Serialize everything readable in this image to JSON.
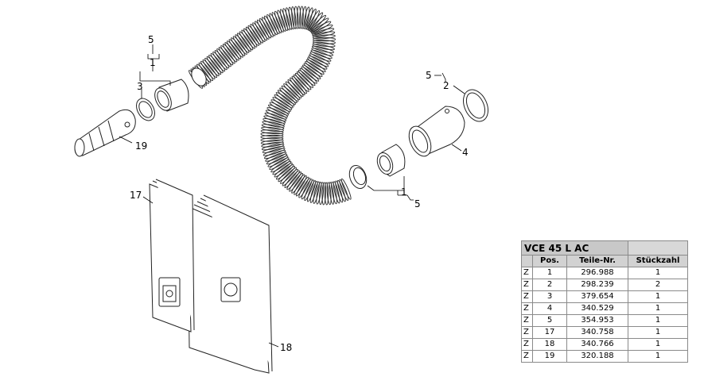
{
  "callouts": {
    "c5_left": "5",
    "c1_left": "1",
    "c3": "3",
    "c19": "19",
    "c5_right": "5",
    "c2": "2",
    "c4": "4",
    "c1_mid": "1",
    "c5_mid": "5",
    "c17": "17",
    "c18": "18"
  },
  "table": {
    "title": "VCE 45 L AC",
    "headers": [
      "Pos.",
      "Teile-Nr.",
      "Stückzahl"
    ],
    "rows": [
      {
        "z": "Z",
        "pos": "1",
        "nr": "296.988",
        "qty": "1"
      },
      {
        "z": "Z",
        "pos": "2",
        "nr": "298.239",
        "qty": "2"
      },
      {
        "z": "Z",
        "pos": "3",
        "nr": "379.654",
        "qty": "1"
      },
      {
        "z": "Z",
        "pos": "4",
        "nr": "340.529",
        "qty": "1"
      },
      {
        "z": "Z",
        "pos": "5",
        "nr": "354.953",
        "qty": "1"
      },
      {
        "z": "Z",
        "pos": "17",
        "nr": "340.758",
        "qty": "1"
      },
      {
        "z": "Z",
        "pos": "18",
        "nr": "340.766",
        "qty": "1"
      },
      {
        "z": "Z",
        "pos": "19",
        "nr": "320.188",
        "qty": "1"
      }
    ]
  }
}
